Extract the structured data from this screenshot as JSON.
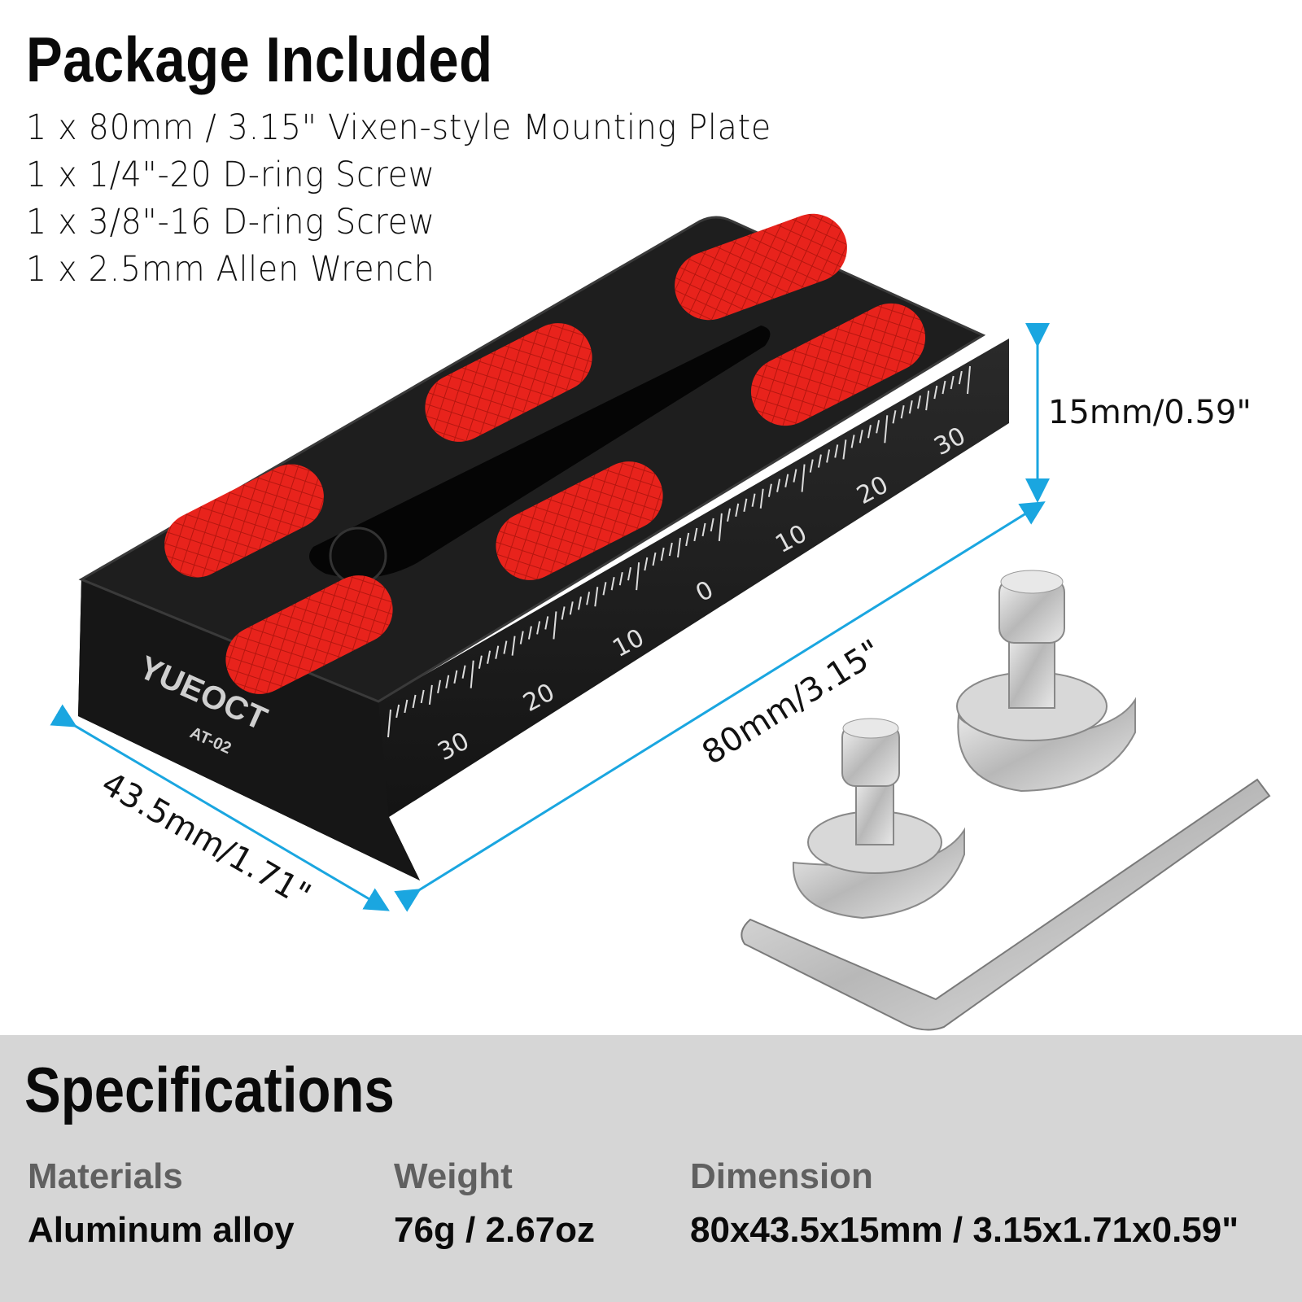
{
  "package": {
    "title": "Package Included",
    "items": [
      "1 x 80mm / 3.15\" Vixen-style Mounting Plate",
      "1 x 1/4\"-20 D-ring Screw",
      "1 x 3/8\"-16 D-ring Screw",
      "1 x 2.5mm Allen Wrench"
    ]
  },
  "product": {
    "brand": "YUEOCT",
    "model": "AT-02",
    "scale_numbers": [
      "30",
      "20",
      "10",
      "0",
      "10",
      "20",
      "30"
    ],
    "dimensions": {
      "height": "15mm/0.59\"",
      "length": "80mm/3.15\"",
      "width": "43.5mm/1.71\""
    },
    "colors": {
      "plate": "#1c1c1c",
      "pads": "#e8231c",
      "arrows": "#1aa6e0",
      "metal": "#c8c8c8"
    }
  },
  "specs": {
    "title": "Specifications",
    "columns": [
      {
        "label": "Materials",
        "value": "Aluminum alloy"
      },
      {
        "label": "Weight",
        "value": "76g / 2.67oz"
      },
      {
        "label": "Dimension",
        "value": "80x43.5x15mm / 3.15x1.71x0.59\""
      }
    ]
  }
}
